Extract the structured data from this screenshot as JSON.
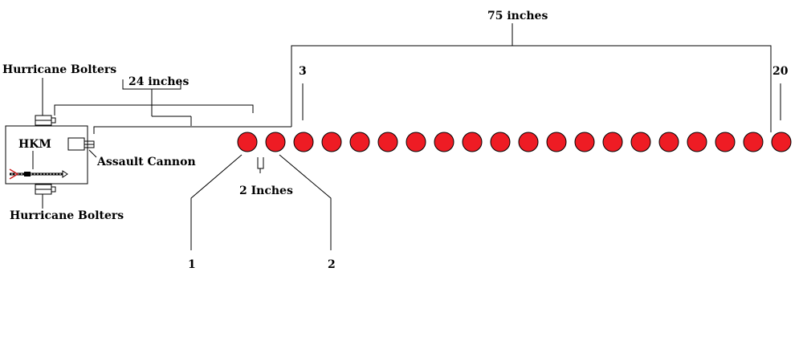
{
  "labels": {
    "hurricane_bolters_top": "Hurricane Bolters",
    "hurricane_bolters_bottom": "Hurricane Bolters",
    "hkm": "HKM",
    "assault_cannon": "Assault Cannon",
    "range_24": "24 inches",
    "range_75": "75 inches",
    "gap_2": "2 Inches",
    "marker_1": "1",
    "marker_2": "2",
    "marker_3": "3",
    "marker_20": "20"
  },
  "targets": {
    "count": 20,
    "color": "#ee1c24"
  },
  "colors": {
    "line": "#000000",
    "missile_fin": "#cc2222"
  }
}
